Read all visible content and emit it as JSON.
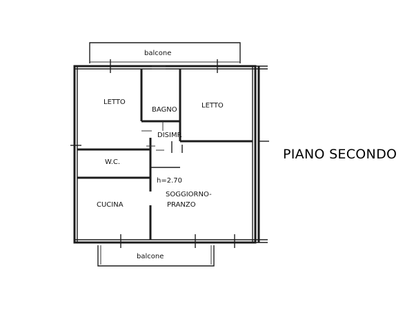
{
  "labels": {
    "balcony_top": "balcone",
    "balcony_bottom": "balcone",
    "bedroom_left": "LETTO",
    "bedroom_right": "LETTO",
    "bathroom": "BAGNO",
    "hallway": "DISIMP.",
    "wc": "W.C.",
    "height": "h=2.70",
    "kitchen": "CUCINA",
    "living_line1": "SOGGIORNO-",
    "living_line2": "PRANZO"
  },
  "title": "PIANO SECONDO"
}
